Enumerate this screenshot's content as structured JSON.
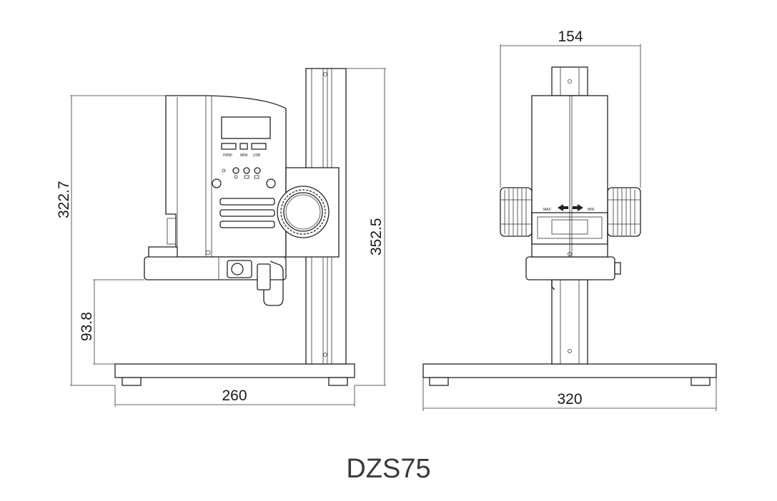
{
  "model": "DZS75",
  "dimensions": {
    "side_height_body": "322.7",
    "side_height_total": "352.5",
    "side_stage_height": "93.8",
    "side_base_depth": "260",
    "front_body_width": "154",
    "front_base_width": "320"
  },
  "ports": {
    "hdmi": "HDMI",
    "mini": "MINI",
    "usb": "USB"
  },
  "zoom": {
    "max": "MAX",
    "min": "MIN"
  }
}
